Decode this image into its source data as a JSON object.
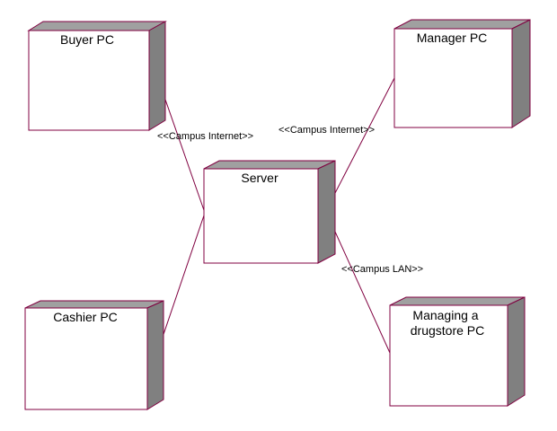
{
  "nodes": {
    "buyer": {
      "label_lines": [
        "Buyer PC"
      ]
    },
    "manager": {
      "label_lines": [
        "Manager PC"
      ]
    },
    "server": {
      "label_lines": [
        "Server"
      ]
    },
    "cashier": {
      "label_lines": [
        "Cashier PC"
      ]
    },
    "drugstore": {
      "label_lines": [
        "Managing a",
        "drugstore PC"
      ]
    }
  },
  "edges": {
    "buyer_server": {
      "stereotype": "<<Campus Internet>>"
    },
    "manager_server": {
      "stereotype": "<<Campus Internet>>"
    },
    "server_drugstore": {
      "stereotype": "<<Campus LAN>>"
    },
    "cashier_server": {
      "stereotype": ""
    }
  },
  "colors": {
    "outline": "#800040",
    "front": "#ffffff",
    "top": "#a0a0a0",
    "side": "#808080",
    "edge": "#800040"
  }
}
